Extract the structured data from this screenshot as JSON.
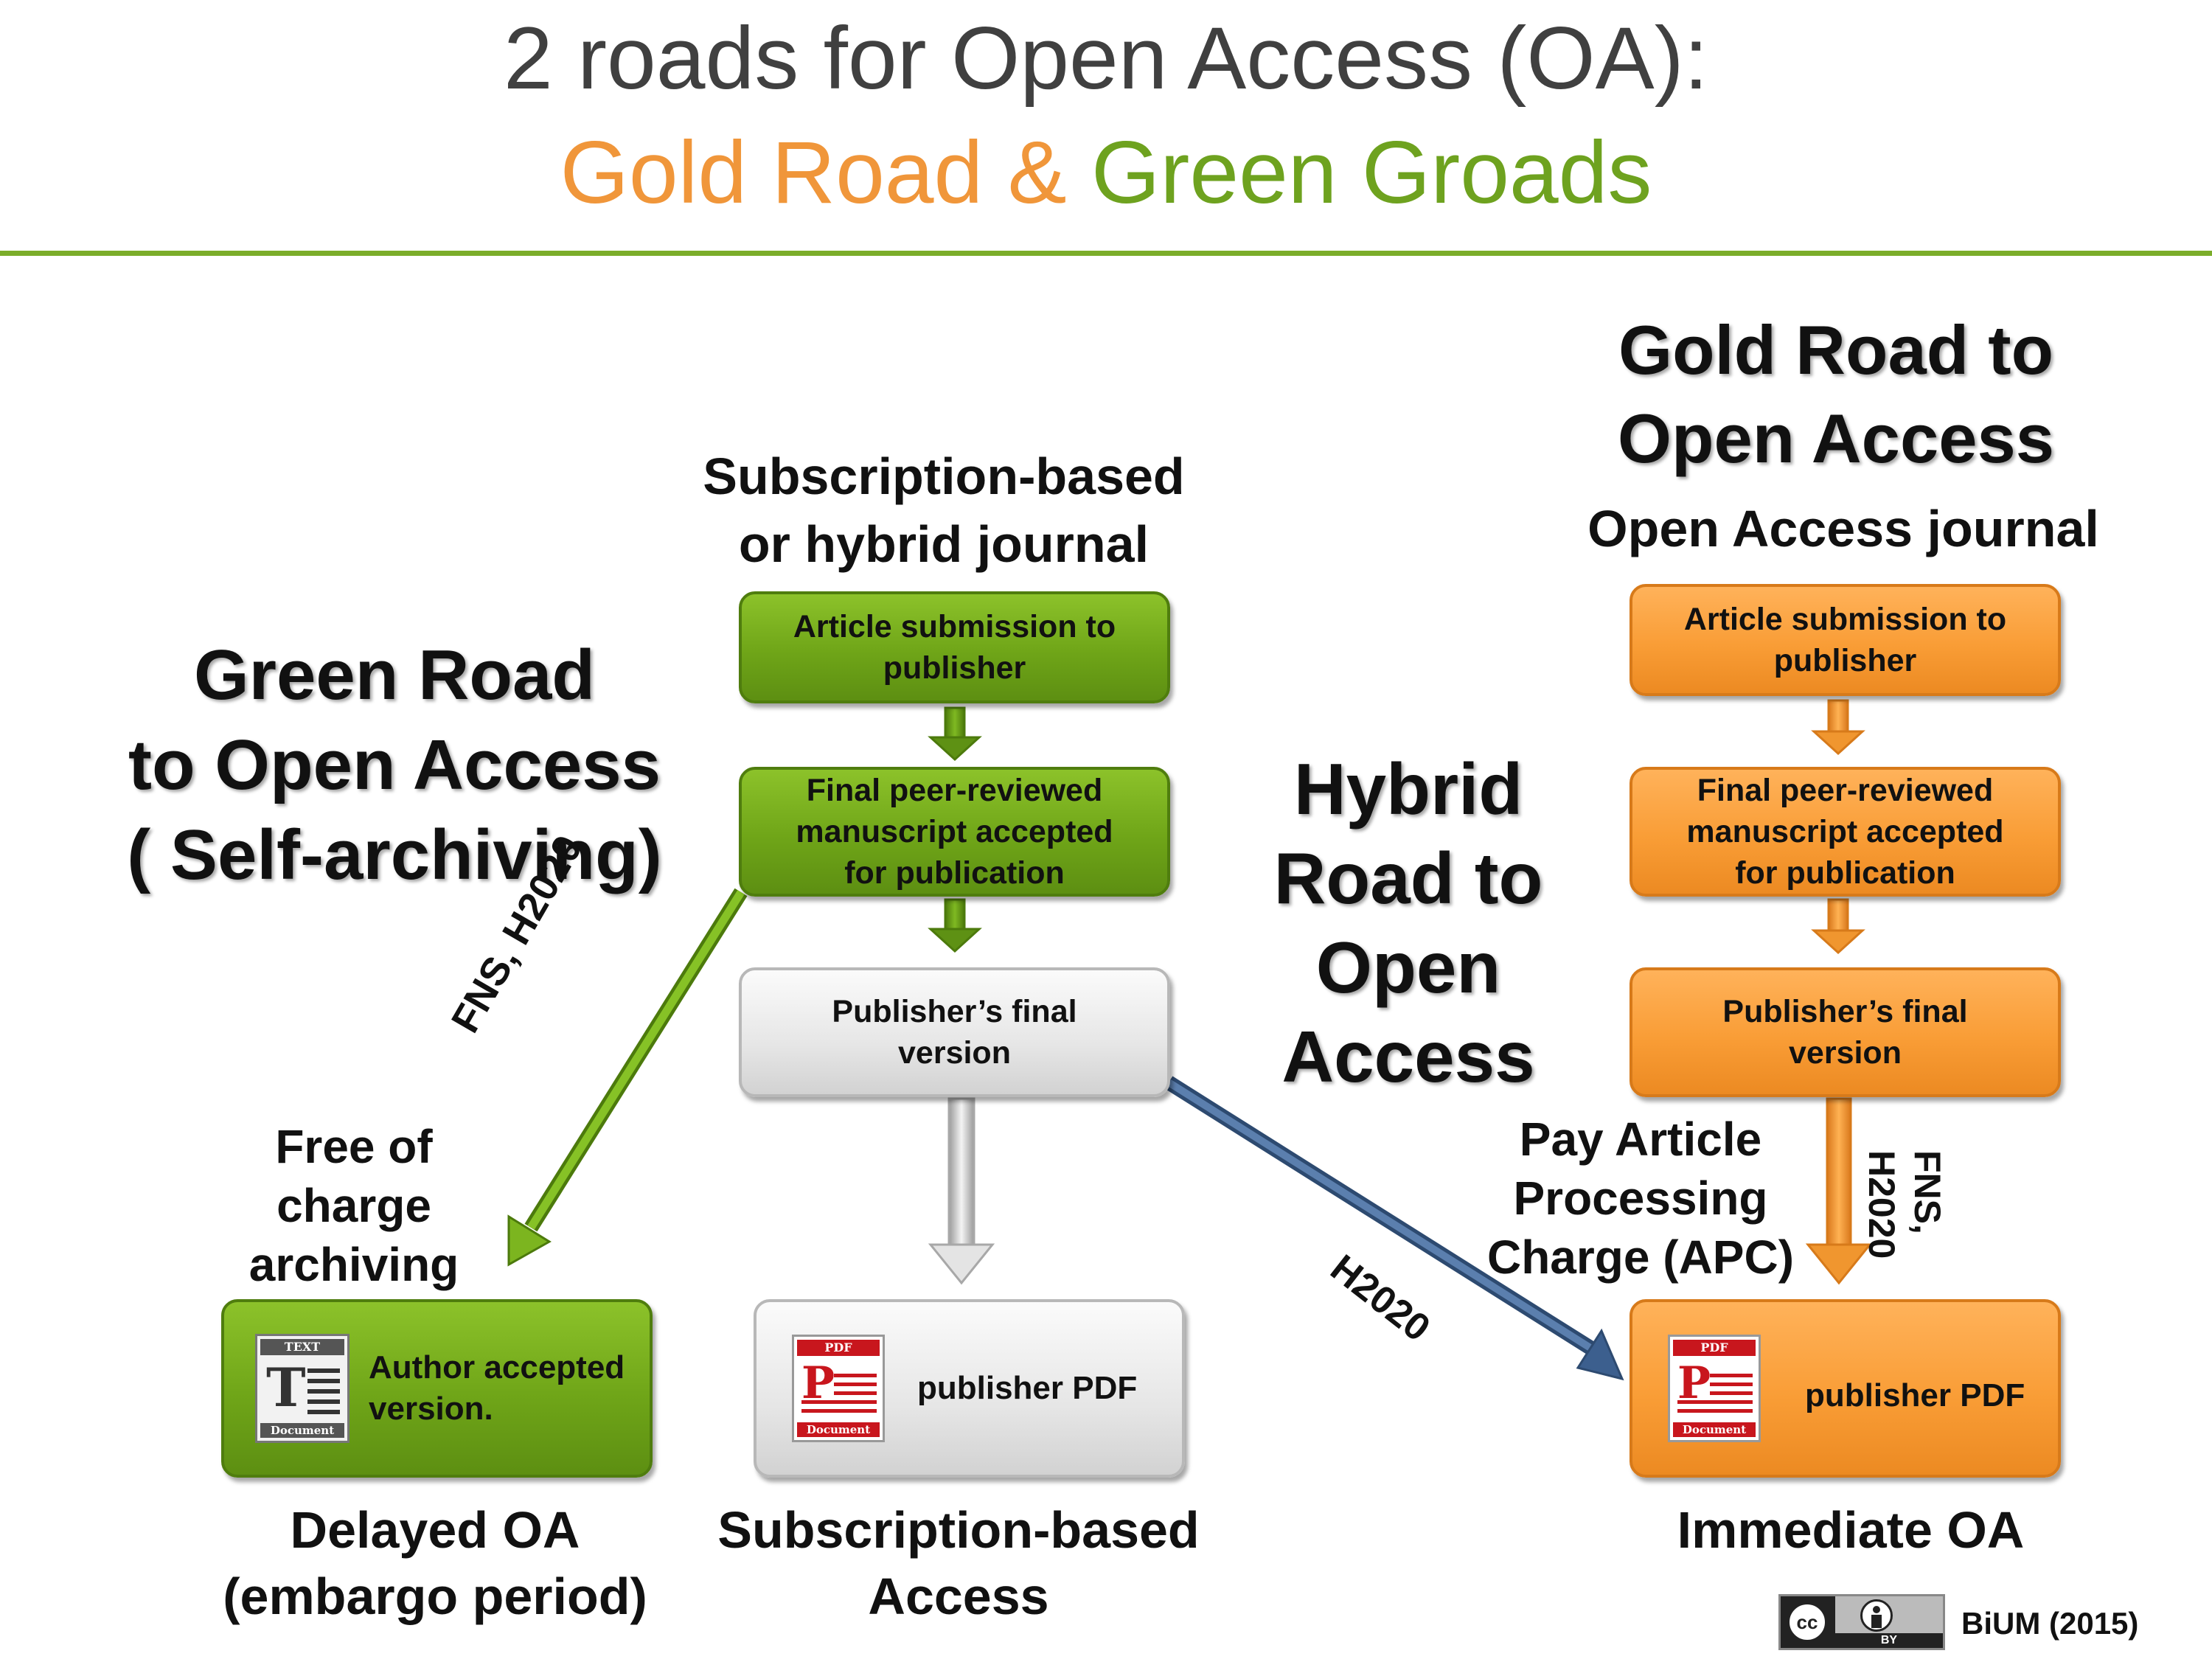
{
  "header": {
    "line1": "2 roads for Open Access (OA):",
    "gold_part": "Gold Road",
    "amp": "&",
    "green_part": "Green Groads"
  },
  "green_road": {
    "title_l1": "Green Road",
    "title_l2": "to Open Access",
    "title_l3": "( Self-archiving)",
    "arrow_label": "FNS, H2020",
    "free_l1": "Free of",
    "free_l2": "charge",
    "free_l3": "archiving",
    "box_label_l1": "Author accepted",
    "box_label_l2": "version.",
    "bottom_l1": "Delayed  OA",
    "bottom_l2": "(embargo period)",
    "doc_icon_top": "TEXT",
    "doc_icon_letter": "T",
    "doc_icon_bottom": "Document"
  },
  "subscription": {
    "heading_l1": "Subscription-based",
    "heading_l2": "or hybrid journal",
    "step1_l1": "Article submission to",
    "step1_l2": "publisher",
    "step2_l1": "Final peer-reviewed",
    "step2_l2": "manuscript accepted",
    "step2_l3": "for publication",
    "step3_l1": "Publisher’s final",
    "step3_l2": "version",
    "pdf_label": "publisher PDF",
    "bottom_l1": "Subscription-based",
    "bottom_l2": "Access"
  },
  "hybrid": {
    "title_l1": "Hybrid",
    "title_l2": "Road to",
    "title_l3": "Open",
    "title_l4": "Access",
    "arrow_label": "H2020"
  },
  "gold_road": {
    "title_l1": "Gold Road to",
    "title_l2": "Open Access",
    "heading": "Open Access journal",
    "step1_l1": "Article submission to",
    "step1_l2": "publisher",
    "step2_l1": "Final peer-reviewed",
    "step2_l2": "manuscript accepted",
    "step2_l3": "for publication",
    "step3_l1": "Publisher’s final",
    "step3_l2": "version",
    "apc_l1": "Pay Article",
    "apc_l2": "Processing",
    "apc_l3": "Charge (APC)",
    "funder_l1": "FNS,",
    "funder_l2": "H2020",
    "pdf_label": "publisher PDF",
    "bottom": "Immediate OA"
  },
  "pdf_icon": {
    "top": "PDF",
    "letter": "P",
    "bottom": "Document"
  },
  "footer": {
    "license_cc": "cc",
    "license_by": "BY",
    "credit": "BiUM (2015)"
  },
  "colors": {
    "green": "#7bad2a",
    "gold": "#f0963a",
    "blue": "#3a5f8c",
    "grey_title": "#404040"
  }
}
